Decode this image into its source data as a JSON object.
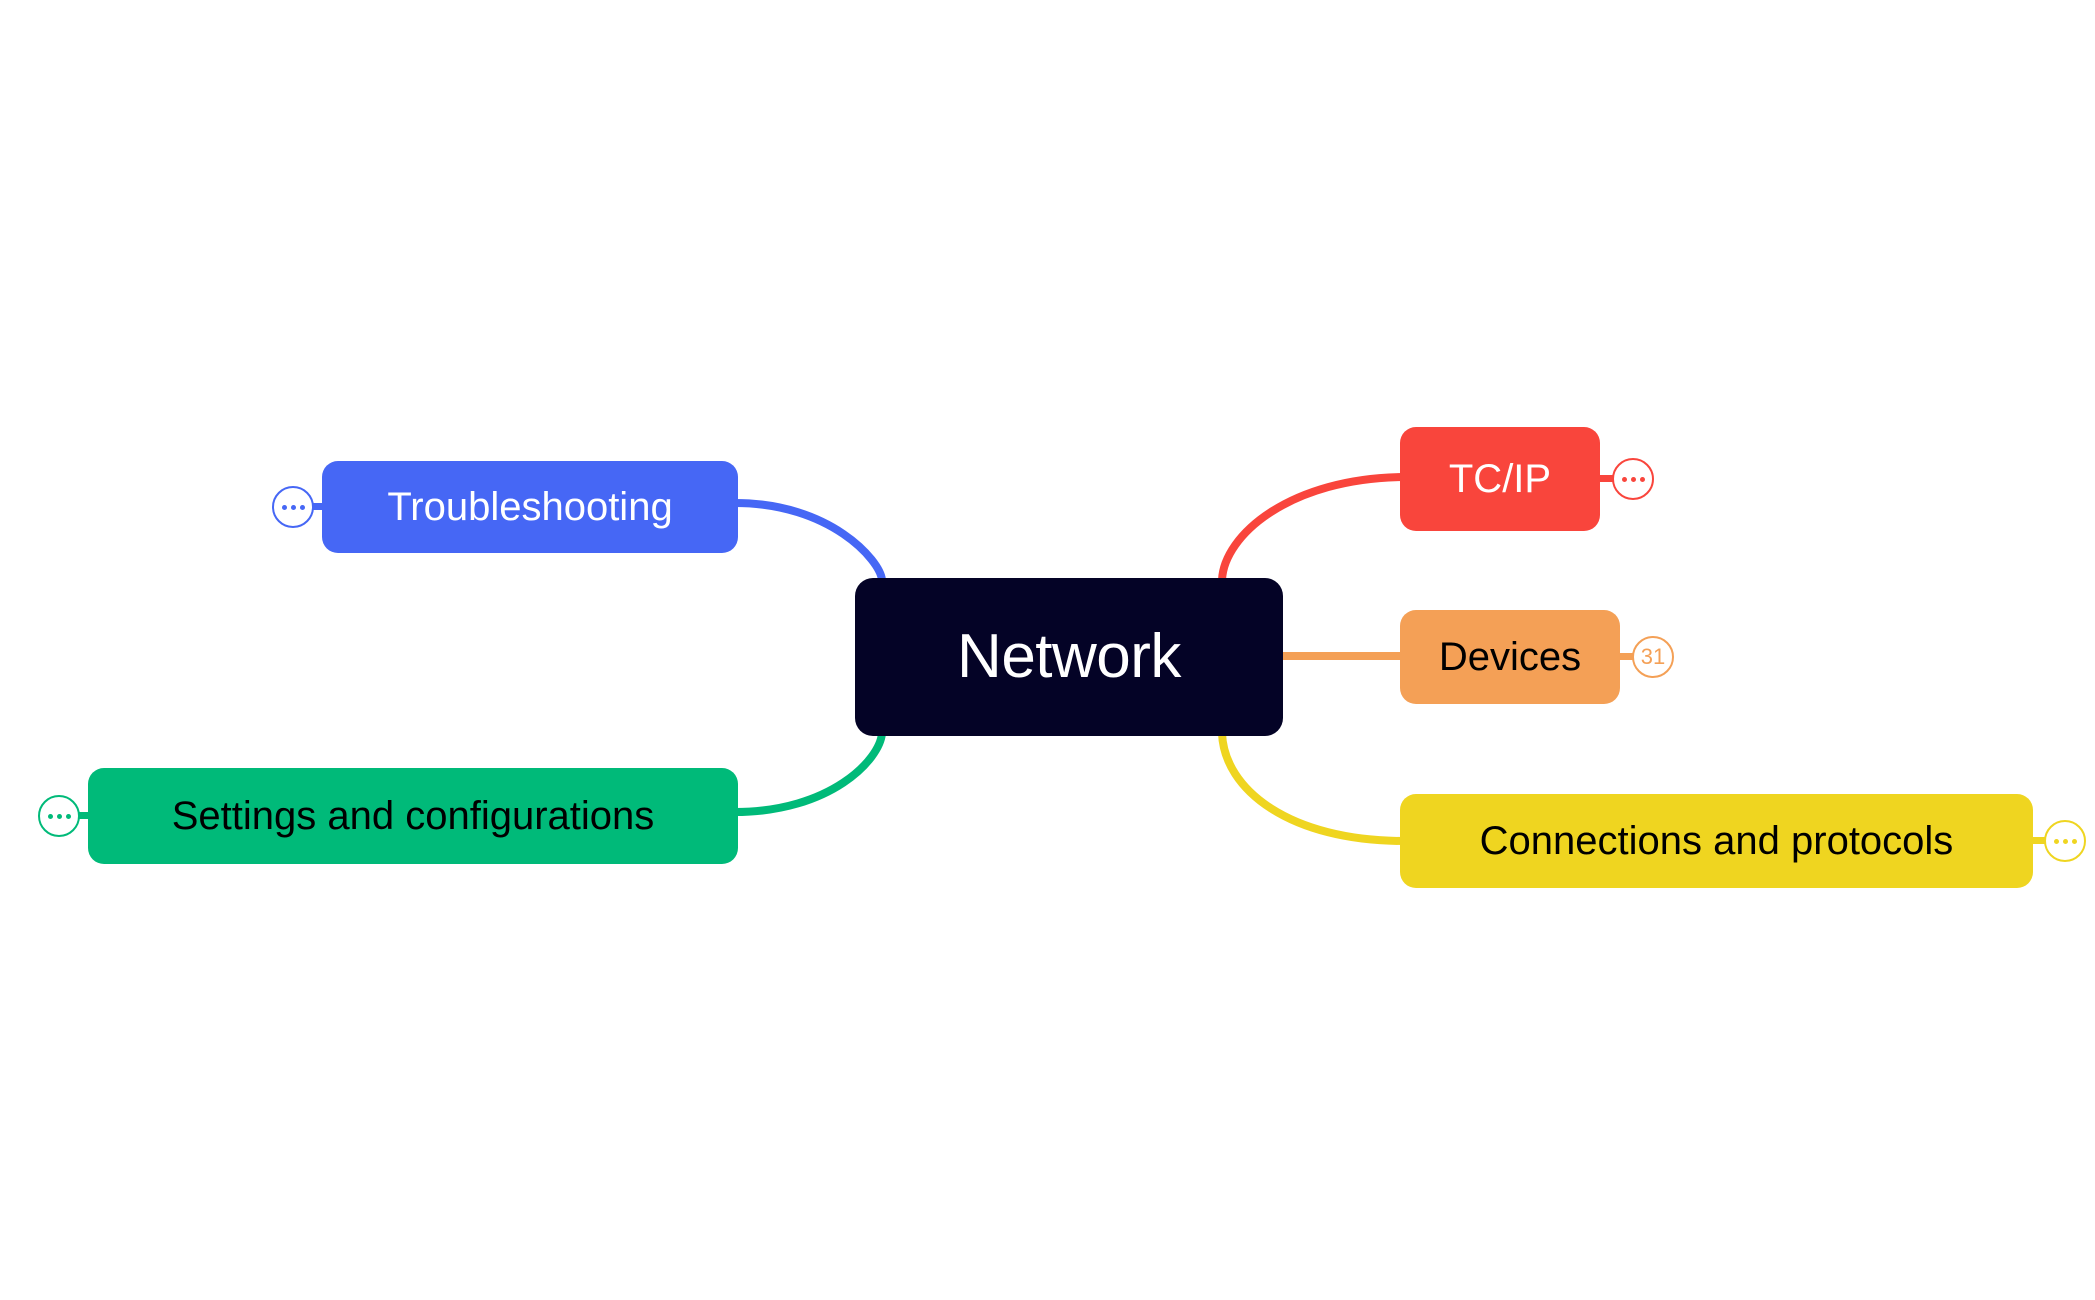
{
  "mindmap": {
    "root": {
      "label": "Network",
      "color": "#040326",
      "text_color": "#ffffff"
    },
    "branches": [
      {
        "id": "troubleshooting",
        "label": "Troubleshooting",
        "color": "#4667f5",
        "text_color": "#ffffff",
        "side": "left",
        "badge": {
          "type": "ellipsis-icon",
          "label": "···",
          "color": "#4667f5"
        }
      },
      {
        "id": "settings",
        "label": "Settings and configurations",
        "color": "#00ba79",
        "text_color": "#000000",
        "side": "left",
        "badge": {
          "type": "ellipsis-icon",
          "label": "···",
          "color": "#00ba79"
        }
      },
      {
        "id": "tcpip",
        "label": "TC/IP",
        "color": "#f9453c",
        "text_color": "#ffffff",
        "side": "right",
        "badge": {
          "type": "ellipsis-icon",
          "label": "···",
          "color": "#f9453c"
        }
      },
      {
        "id": "devices",
        "label": "Devices",
        "color": "#f4a056",
        "text_color": "#000000",
        "side": "right",
        "badge": {
          "type": "count-badge",
          "label": "31",
          "color": "#f4a056"
        }
      },
      {
        "id": "connections",
        "label": "Connections and protocols",
        "color": "#efd520",
        "text_color": "#000000",
        "side": "right",
        "badge": {
          "type": "ellipsis-icon",
          "label": "···",
          "color": "#efd520"
        }
      }
    ],
    "edges": [
      {
        "from": "root",
        "to": "troubleshooting",
        "color": "#4667f5",
        "style": "curve"
      },
      {
        "from": "root",
        "to": "settings",
        "color": "#00ba79",
        "style": "curve"
      },
      {
        "from": "root",
        "to": "tcpip",
        "color": "#f9453c",
        "style": "curve"
      },
      {
        "from": "root",
        "to": "devices",
        "color": "#f4a056",
        "style": "straight"
      },
      {
        "from": "root",
        "to": "connections",
        "color": "#efd520",
        "style": "curve"
      }
    ],
    "canvas": {
      "background": "#ffffff"
    }
  }
}
